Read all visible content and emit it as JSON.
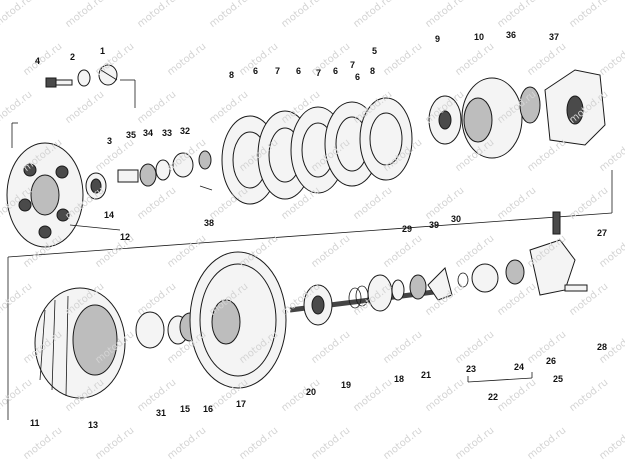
{
  "watermark": "motod.ru",
  "callouts": [
    "1",
    "2",
    "3",
    "4",
    "5",
    "6",
    "6",
    "6",
    "6",
    "7",
    "7",
    "7",
    "8",
    "8",
    "9",
    "10",
    "11",
    "12",
    "13",
    "14",
    "15",
    "16",
    "17",
    "18",
    "19",
    "20",
    "21",
    "22",
    "23",
    "24",
    "25",
    "26",
    "27",
    "28",
    "29",
    "30",
    "31",
    "32",
    "33",
    "34",
    "35",
    "36",
    "37",
    "38",
    "39"
  ]
}
